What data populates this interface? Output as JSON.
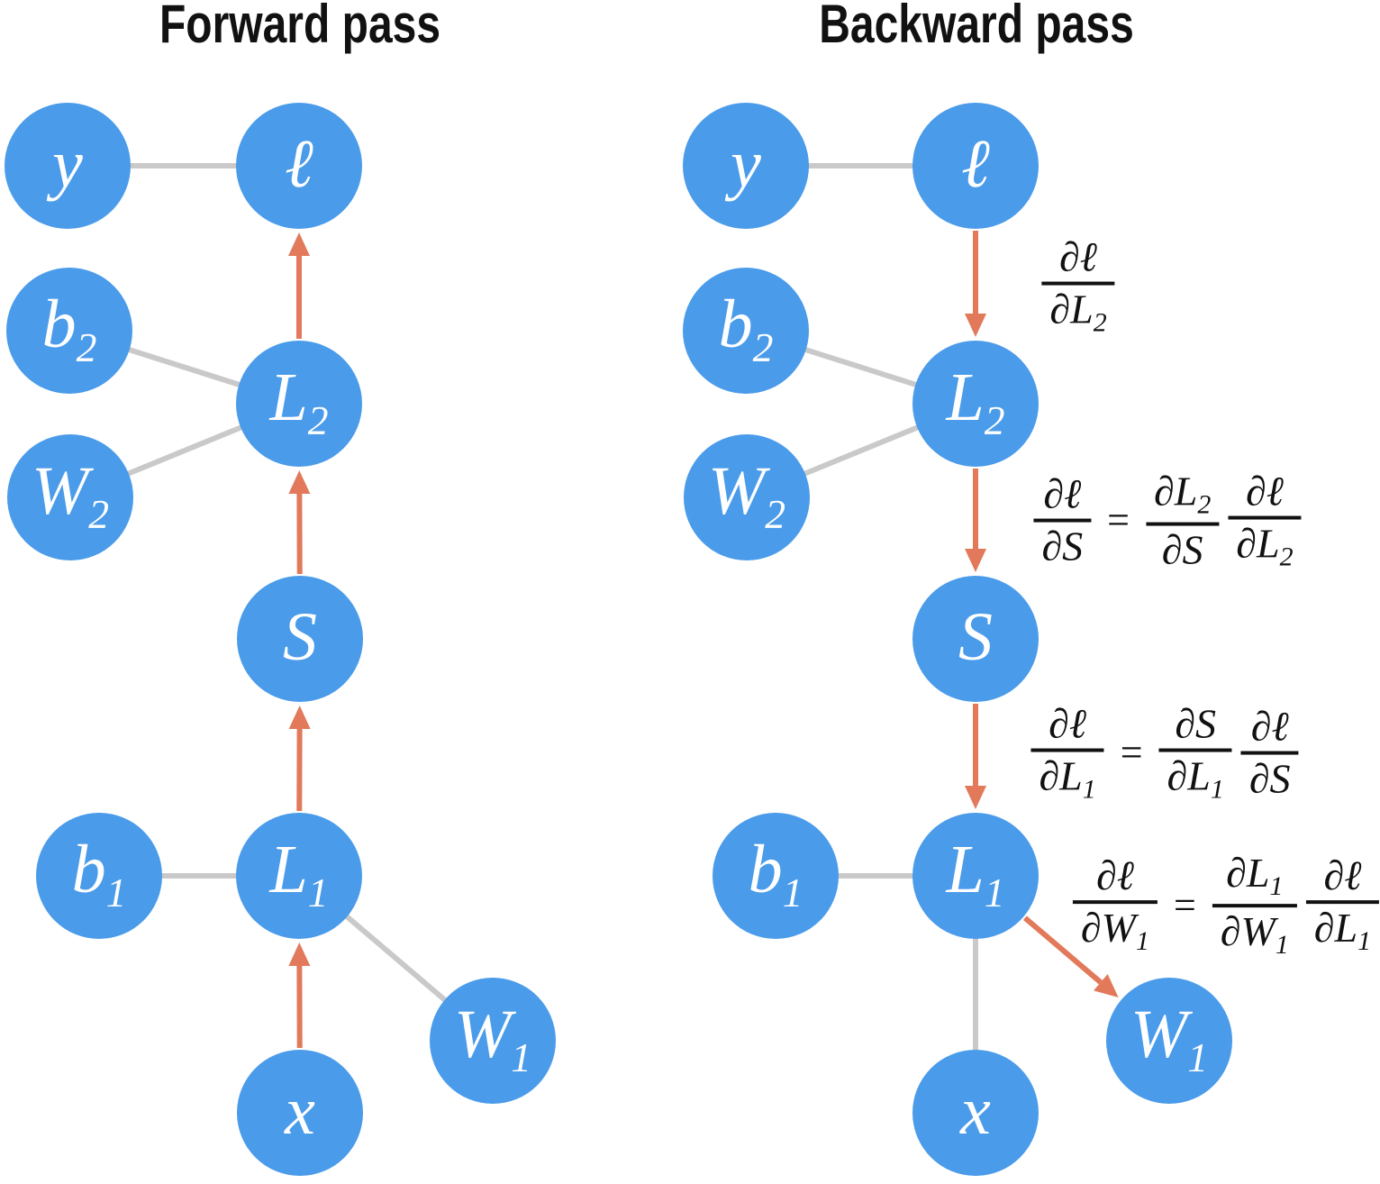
{
  "colors": {
    "background": "#FFFFFF",
    "node_fill": "#4A9BEA",
    "node_text": "#FFFFFF",
    "edge_gray": "#C9C9C9",
    "arrow_orange": "#E2795A",
    "text": "#111111"
  },
  "graphs": [
    {
      "id": "forward",
      "title": "Forward pass",
      "nodes": [
        {
          "id": "y",
          "main": "y",
          "sub": ""
        },
        {
          "id": "l",
          "main": "ℓ",
          "sub": ""
        },
        {
          "id": "b2",
          "main": "b",
          "sub": "2"
        },
        {
          "id": "L2",
          "main": "L",
          "sub": "2"
        },
        {
          "id": "W2",
          "main": "W",
          "sub": "2"
        },
        {
          "id": "S",
          "main": "S",
          "sub": ""
        },
        {
          "id": "b1",
          "main": "b",
          "sub": "1"
        },
        {
          "id": "L1",
          "main": "L",
          "sub": "1"
        },
        {
          "id": "W1",
          "main": "W",
          "sub": "1"
        },
        {
          "id": "x",
          "main": "x",
          "sub": ""
        }
      ],
      "edges": [
        {
          "from": "y",
          "to": "l",
          "type": "link"
        },
        {
          "from": "b2",
          "to": "L2",
          "type": "link"
        },
        {
          "from": "W2",
          "to": "L2",
          "type": "link"
        },
        {
          "from": "b1",
          "to": "L1",
          "type": "link"
        },
        {
          "from": "L1",
          "to": "W1",
          "type": "link"
        },
        {
          "from": "x",
          "to": "L1",
          "type": "arrow"
        },
        {
          "from": "L1",
          "to": "S",
          "type": "arrow"
        },
        {
          "from": "S",
          "to": "L2",
          "type": "arrow"
        },
        {
          "from": "L2",
          "to": "l",
          "type": "arrow"
        }
      ]
    },
    {
      "id": "backward",
      "title": "Backward pass",
      "nodes": [
        {
          "id": "y",
          "main": "y",
          "sub": ""
        },
        {
          "id": "l",
          "main": "ℓ",
          "sub": ""
        },
        {
          "id": "b2",
          "main": "b",
          "sub": "2"
        },
        {
          "id": "L2",
          "main": "L",
          "sub": "2"
        },
        {
          "id": "W2",
          "main": "W",
          "sub": "2"
        },
        {
          "id": "S",
          "main": "S",
          "sub": ""
        },
        {
          "id": "b1",
          "main": "b",
          "sub": "1"
        },
        {
          "id": "L1",
          "main": "L",
          "sub": "1"
        },
        {
          "id": "W1",
          "main": "W",
          "sub": "1"
        },
        {
          "id": "x",
          "main": "x",
          "sub": ""
        }
      ],
      "edges": [
        {
          "from": "y",
          "to": "l",
          "type": "link"
        },
        {
          "from": "b2",
          "to": "L2",
          "type": "link"
        },
        {
          "from": "W2",
          "to": "L2",
          "type": "link"
        },
        {
          "from": "b1",
          "to": "L1",
          "type": "link"
        },
        {
          "from": "L1",
          "to": "x",
          "type": "link"
        },
        {
          "from": "l",
          "to": "L2",
          "type": "arrow"
        },
        {
          "from": "L2",
          "to": "S",
          "type": "arrow"
        },
        {
          "from": "S",
          "to": "L1",
          "type": "arrow"
        },
        {
          "from": "L1",
          "to": "W1",
          "type": "arrow"
        }
      ]
    }
  ],
  "formulas": [
    {
      "id": "dl_dL2",
      "parts": [
        {
          "type": "frac",
          "num": {
            "main": "∂ℓ",
            "sub": ""
          },
          "den": {
            "main": "∂L",
            "sub": "2"
          }
        }
      ]
    },
    {
      "id": "dl_dS",
      "parts": [
        {
          "type": "frac",
          "num": {
            "main": "∂ℓ",
            "sub": ""
          },
          "den": {
            "main": "∂S",
            "sub": ""
          }
        },
        {
          "type": "eq",
          "symbol": "="
        },
        {
          "type": "frac",
          "num": {
            "main": "∂L",
            "sub": "2"
          },
          "den": {
            "main": "∂S",
            "sub": ""
          }
        },
        {
          "type": "frac",
          "num": {
            "main": "∂ℓ",
            "sub": ""
          },
          "den": {
            "main": "∂L",
            "sub": "2"
          }
        }
      ]
    },
    {
      "id": "dl_dL1",
      "parts": [
        {
          "type": "frac",
          "num": {
            "main": "∂ℓ",
            "sub": ""
          },
          "den": {
            "main": "∂L",
            "sub": "1"
          }
        },
        {
          "type": "eq",
          "symbol": "="
        },
        {
          "type": "frac",
          "num": {
            "main": "∂S",
            "sub": ""
          },
          "den": {
            "main": "∂L",
            "sub": "1"
          }
        },
        {
          "type": "frac",
          "num": {
            "main": "∂ℓ",
            "sub": ""
          },
          "den": {
            "main": "∂S",
            "sub": ""
          }
        }
      ]
    },
    {
      "id": "dl_dW1",
      "parts": [
        {
          "type": "frac",
          "num": {
            "main": "∂ℓ",
            "sub": ""
          },
          "den": {
            "main": "∂W",
            "sub": "1"
          }
        },
        {
          "type": "eq",
          "symbol": "="
        },
        {
          "type": "frac",
          "num": {
            "main": "∂L",
            "sub": "1"
          },
          "den": {
            "main": "∂W",
            "sub": "1"
          }
        },
        {
          "type": "frac",
          "num": {
            "main": "∂ℓ",
            "sub": ""
          },
          "den": {
            "main": "∂L",
            "sub": "1"
          }
        }
      ]
    }
  ]
}
